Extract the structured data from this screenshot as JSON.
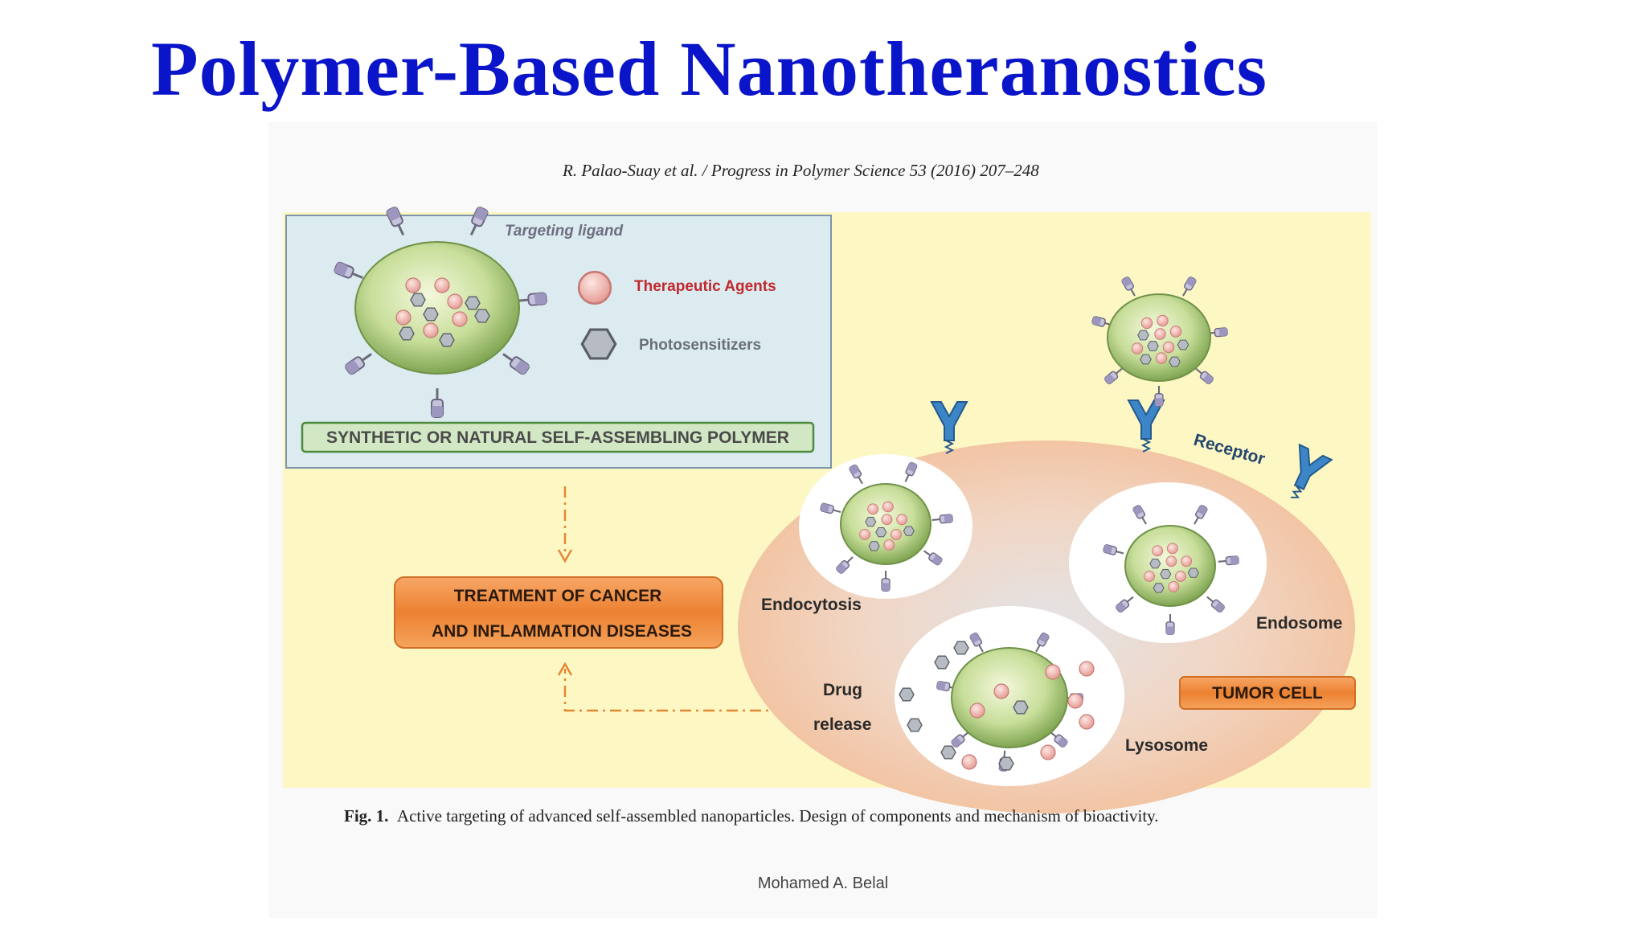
{
  "slide": {
    "title": "Polymer-Based Nanotheranostics",
    "footer": "Mohamed A. Belal"
  },
  "figure": {
    "citation": "R. Palao-Suay et al. / Progress in Polymer Science 53 (2016) 207–248",
    "caption_label": "Fig. 1.",
    "caption_text": "Active targeting of advanced self-assembled nanoparticles. Design of components and mechanism of bioactivity.",
    "legend": {
      "targeting_ligand": "Targeting ligand",
      "therapeutic_agents": "Therapeutic Agents",
      "photosensitizers": "Photosensitizers",
      "polymer_banner": "SYNTHETIC OR NATURAL SELF-ASSEMBLING POLYMER"
    },
    "treatment_box": {
      "line1": "TREATMENT OF CANCER",
      "line2": "AND INFLAMMATION DISEASES"
    },
    "labels": {
      "receptor": "Receptor",
      "endocytosis": "Endocytosis",
      "endosome": "Endosome",
      "drug": "Drug",
      "release": "release",
      "lysosome": "Lysosome",
      "tumor_cell": "TUMOR CELL"
    },
    "colors": {
      "title": "#0a14c8",
      "background": "#fdf7c4",
      "legend_box": "#dcebf0",
      "cell": "#f3c9a8",
      "orange_box": "#ee8a3c",
      "therapeutic_text": "#c0282d",
      "receptor": "#3c7fc0"
    }
  }
}
